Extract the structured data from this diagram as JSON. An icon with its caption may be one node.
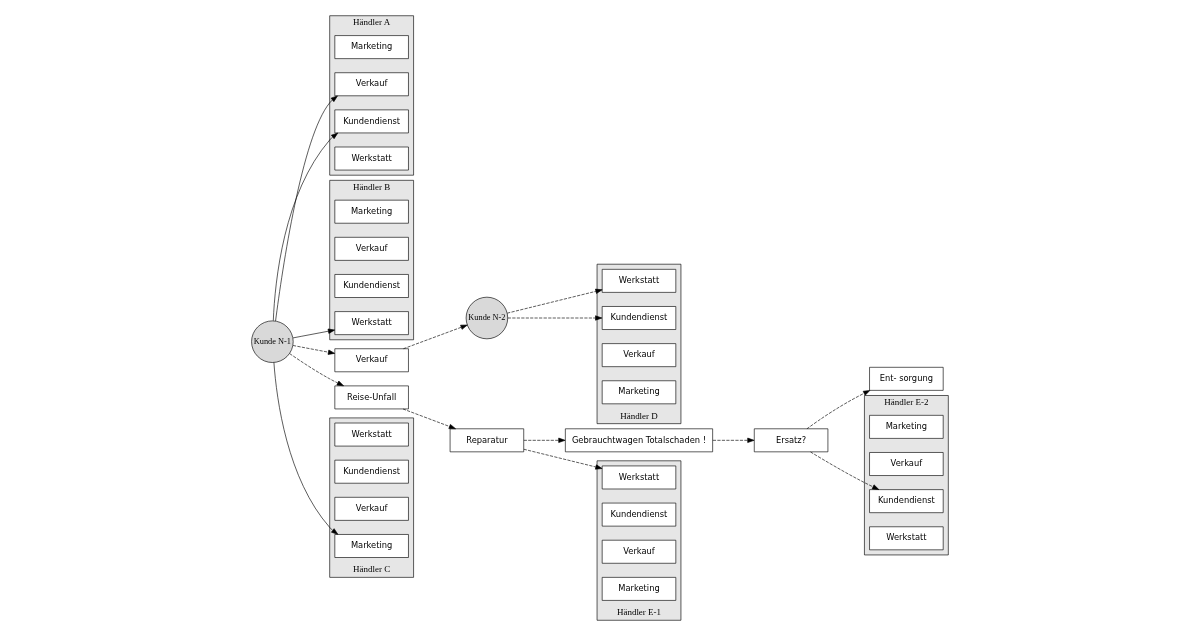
{
  "diagram": {
    "nodes": [
      {
        "text": [
          "Händler A"
        ]
      },
      {
        "text": [
          "Werkstatt"
        ],
        "in": 0
      },
      {
        "text": [
          "Kundendienst"
        ],
        "in": 0
      },
      {
        "text": [
          "Verkauf"
        ],
        "in": 0
      },
      {
        "text": [
          "Marketing"
        ],
        "in": 0
      },
      {
        "text": [
          "Kunde N-1"
        ]
      },
      {
        "text": [
          "Händler B"
        ]
      },
      {
        "text": [
          "Werkstatt"
        ],
        "in": 6
      },
      {
        "text": [
          "Kundendienst"
        ],
        "in": 6
      },
      {
        "text": [
          "Verkauf"
        ],
        "in": 6
      },
      {
        "text": [
          "Marketing"
        ],
        "in": 6
      },
      {
        "text": [
          "Ent- sorgung"
        ]
      },
      {
        "text": [
          "Händler E-2"
        ]
      },
      {
        "text": [
          "Werkstatt"
        ],
        "in": 12
      },
      {
        "text": [
          "Kundendienst"
        ],
        "in": 12
      },
      {
        "text": [
          "Verkauf"
        ],
        "in": 12
      },
      {
        "text": [
          "Marketing"
        ],
        "in": 12
      },
      {
        "text": [
          "Verkauf"
        ]
      },
      {
        "text": [
          "Reise-Unfall"
        ]
      },
      {
        "text": [
          "Ersatz?"
        ]
      },
      {
        "text": [
          "Gebrauchtwagen Totalschaden !"
        ]
      },
      {
        "text": [
          "Reparatur"
        ]
      },
      {
        "text": [
          "Händler C"
        ]
      },
      {
        "text": [
          "Marketing"
        ],
        "in": 22
      },
      {
        "text": [
          "Verkauf"
        ],
        "in": 22
      },
      {
        "text": [
          "Kundendienst"
        ],
        "in": 22
      },
      {
        "text": [
          "Werkstatt"
        ],
        "in": 22
      },
      {
        "text": [
          "Kunde N-2"
        ]
      },
      {
        "text": [
          "Händler D"
        ]
      },
      {
        "text": [
          "Marketing"
        ],
        "in": 28
      },
      {
        "text": [
          "Verkauf"
        ],
        "in": 28
      },
      {
        "text": [
          "Kundendienst"
        ],
        "in": 28
      },
      {
        "text": [
          "Werkstatt"
        ],
        "in": 28
      },
      {
        "text": [
          "Händler E-1"
        ]
      },
      {
        "text": [
          "Marketing"
        ],
        "in": 33
      },
      {
        "text": [
          "Verkauf"
        ],
        "in": 33
      },
      {
        "text": [
          "Kundendienst"
        ],
        "in": 33
      },
      {
        "text": [
          "Werkstatt"
        ],
        "in": 33
      }
    ],
    "edges": [
      {
        "from": 5,
        "to": 2,
        "arrow": "to"
      },
      {
        "from": 5,
        "to": 3,
        "arrow": "to"
      },
      {
        "from": 5,
        "to": 7,
        "arrow": "to"
      },
      {
        "from": 5,
        "to": 23,
        "arrow": "to"
      },
      {
        "from": 5,
        "to": 17,
        "arrow": "to",
        "style": "dashed"
      },
      {
        "from": 5,
        "to": 18,
        "arrow": "to",
        "style": "dashed"
      },
      {
        "from": 17,
        "to": 27,
        "arrow": "to",
        "style": "dashed"
      },
      {
        "from": 27,
        "to": 31,
        "arrow": "to",
        "style": "dashed"
      },
      {
        "from": 27,
        "to": 32,
        "arrow": "to",
        "style": "dashed"
      },
      {
        "from": 18,
        "to": 21,
        "arrow": "to",
        "style": "dashed"
      },
      {
        "from": 21,
        "to": 20,
        "arrow": "to",
        "style": "dashed"
      },
      {
        "from": 20,
        "to": 19,
        "arrow": "to",
        "style": "dashed"
      },
      {
        "from": 19,
        "to": 11,
        "arrow": "to",
        "style": "dashed"
      },
      {
        "from": 19,
        "to": 14,
        "arrow": "to",
        "style": "dashed"
      },
      {
        "from": 21,
        "to": 37,
        "arrow": "to",
        "style": "dashed"
      }
    ]
  }
}
